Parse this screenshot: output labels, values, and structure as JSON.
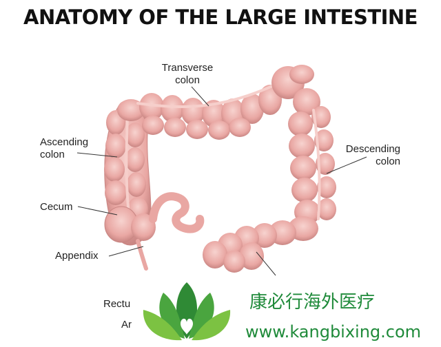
{
  "title": "ANATOMY OF THE LARGE INTESTINE",
  "labels": {
    "transverse": [
      "Transverse",
      "colon"
    ],
    "ascending": [
      "Ascending",
      "colon"
    ],
    "descending": [
      "Descending",
      "colon"
    ],
    "cecum": "Cecum",
    "appendix": "Appendix",
    "rectum": "Rectu",
    "anus": "Ar"
  },
  "watermark": {
    "chinese": "康必行海外医疗",
    "url": "www.kangbixing.com"
  },
  "colors": {
    "colon_fill": "#e9a7a3",
    "colon_dark": "#c98683",
    "colon_highlight": "#f6cfcb",
    "logo_green": "#3a9a3e"
  }
}
